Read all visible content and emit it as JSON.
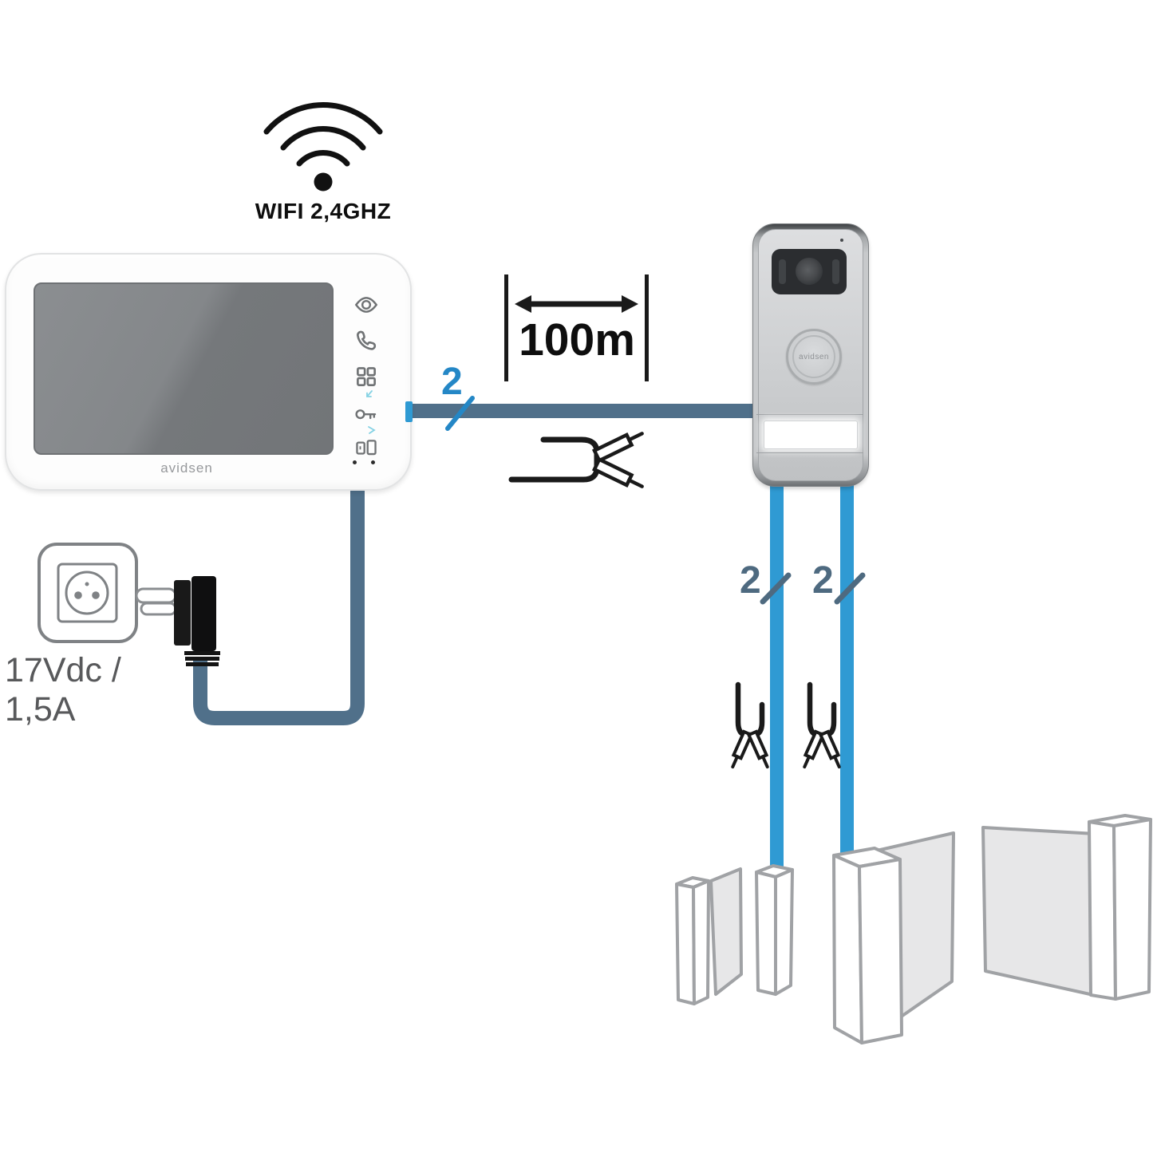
{
  "wifi": {
    "label": "WIFI 2,4GHZ",
    "icon": "wifi-icon"
  },
  "monitor": {
    "brand": "avidsen",
    "button_icons": [
      "monitor-view",
      "answer-call",
      "menu-grid",
      "door-key",
      "gate-open"
    ]
  },
  "power": {
    "label": "17Vdc / 1,5A"
  },
  "distance": {
    "label": "100m"
  },
  "doorbell": {
    "brand": "avidsen"
  },
  "wires": {
    "monitor_doorbell": {
      "label": "2"
    },
    "doorbell_gate_left": {
      "label": "2"
    },
    "doorbell_gate_right": {
      "label": "2"
    }
  },
  "colors": {
    "cable_dark": "#50708a",
    "cable_blue": "#2f9ad3",
    "label_blue": "#2487c6",
    "label_slate": "#4e6a80",
    "text_gray": "#58595b",
    "line_black": "#1a1a1a"
  }
}
